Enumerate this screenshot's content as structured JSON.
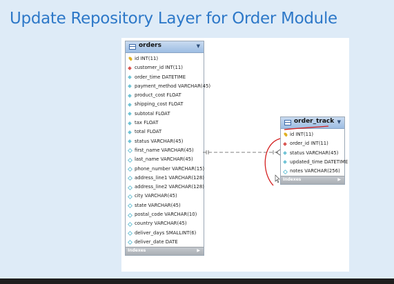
{
  "slide": {
    "title": "Update Repository Layer for Order Module"
  },
  "tables": {
    "orders": {
      "name": "orders",
      "columns": [
        {
          "text": "id INT(11)",
          "kind": "pk"
        },
        {
          "text": "customer_id INT(11)",
          "kind": "fk"
        },
        {
          "text": "order_time DATETIME",
          "kind": "col"
        },
        {
          "text": "payment_method VARCHAR(45)",
          "kind": "col"
        },
        {
          "text": "product_cost FLOAT",
          "kind": "col"
        },
        {
          "text": "shipping_cost FLOAT",
          "kind": "col"
        },
        {
          "text": "subtotal FLOAT",
          "kind": "col"
        },
        {
          "text": "tax FLOAT",
          "kind": "col"
        },
        {
          "text": "total FLOAT",
          "kind": "col"
        },
        {
          "text": "status VARCHAR(45)",
          "kind": "col"
        },
        {
          "text": "first_name VARCHAR(45)",
          "kind": "nul"
        },
        {
          "text": "last_name VARCHAR(45)",
          "kind": "nul"
        },
        {
          "text": "phone_number VARCHAR(15)",
          "kind": "nul"
        },
        {
          "text": "address_line1 VARCHAR(128)",
          "kind": "nul"
        },
        {
          "text": "address_line2 VARCHAR(128)",
          "kind": "nul"
        },
        {
          "text": "city VARCHAR(45)",
          "kind": "nul"
        },
        {
          "text": "state VARCHAR(45)",
          "kind": "nul"
        },
        {
          "text": "postal_code VARCHAR(10)",
          "kind": "nul"
        },
        {
          "text": "country VARCHAR(45)",
          "kind": "nul"
        },
        {
          "text": "deliver_days SMALLINT(6)",
          "kind": "nul"
        },
        {
          "text": "deliver_date DATE",
          "kind": "nul"
        }
      ],
      "footer": "Indexes"
    },
    "order_track": {
      "name": "order_track",
      "columns": [
        {
          "text": "id INT(11)",
          "kind": "pk"
        },
        {
          "text": "order_id INT(11)",
          "kind": "fk"
        },
        {
          "text": "status VARCHAR(45)",
          "kind": "col"
        },
        {
          "text": "updated_time DATETIME",
          "kind": "col"
        },
        {
          "text": "notes VARCHAR(256)",
          "kind": "nul"
        }
      ],
      "footer": "Indexes"
    }
  },
  "icons": {
    "expand": "chevron-down-icon",
    "footer_arrow": "triangle-right-icon",
    "table": "table-icon",
    "primary_key": "key-icon",
    "foreign_key": "red-diamond-icon",
    "column": "blue-diamond-icon",
    "nullable": "hollow-diamond-icon"
  },
  "colors": {
    "title": "#2d78c8",
    "background": "#deebf7",
    "header": "#9dbde3",
    "annotation": "#d42020"
  }
}
